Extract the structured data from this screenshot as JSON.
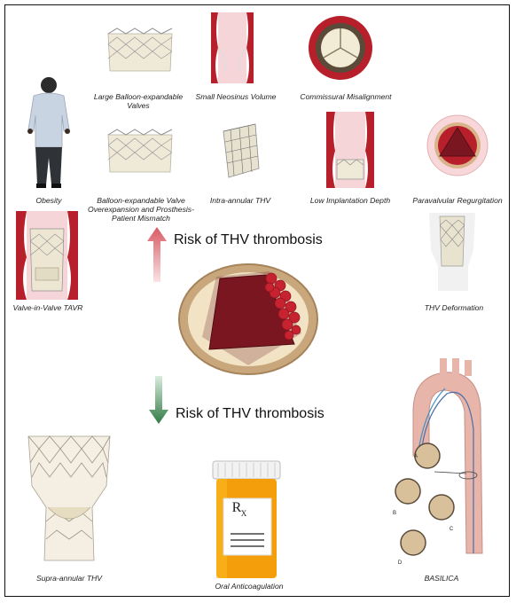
{
  "captions": {
    "obesity": "Obesity",
    "large_balloon": "Large Balloon-expandable Valves",
    "small_neosinus": "Small Neosinus Volume",
    "commissural": "Commissural Misalignment",
    "overexpansion": "Balloon-expandable Valve Overexpansion and Prosthesis-Patient Mismatch",
    "intra_annular": "Intra-annular THV",
    "low_implantation": "Low Implantation Depth",
    "paravalvular": "Paravalvular Regurgitation",
    "viv": "Valve-in-Valve TAVR",
    "deformation": "THV Deformation",
    "supra_annular": "Supra-annular THV",
    "oral_anticoag": "Oral Anticoagulation",
    "basilica": "BASILICA"
  },
  "risk_increase": "Risk of THV thrombosis",
  "risk_decrease": "Risk of THV thrombosis",
  "rx_label": "R",
  "rx_sub": "X",
  "basilica_steps": [
    "A",
    "B",
    "C",
    "D"
  ],
  "colors": {
    "arrow_up": "#e57f86",
    "arrow_down": "#3d8a52",
    "vessel": "#b71f2a",
    "thrombus": "#7a1620",
    "pill_bottle": "#f59e0b"
  }
}
